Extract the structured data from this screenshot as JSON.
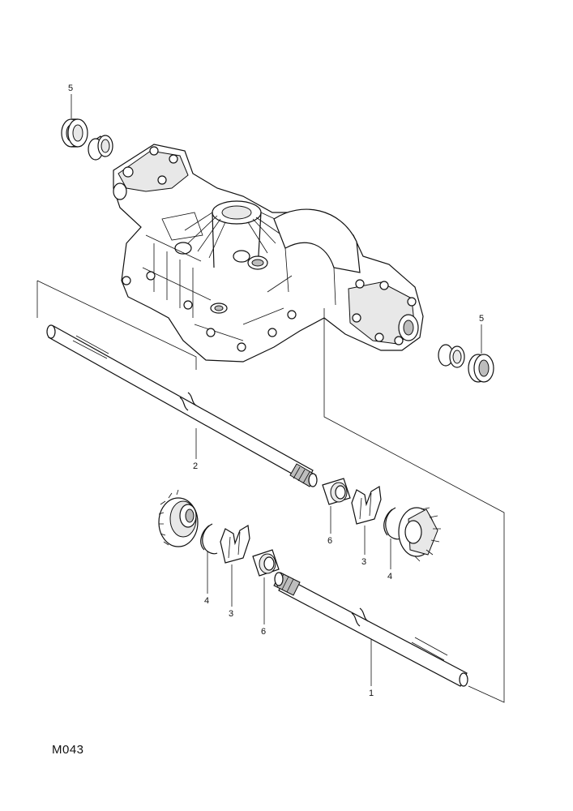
{
  "drawing_code": "M043",
  "callouts": {
    "seal_upper_left": "5",
    "seal_right": "5",
    "shaft_upper": "2",
    "shaft_lower": "1",
    "collar_upper": "6",
    "collar_lower": "6",
    "clip_upper": "3",
    "clip_lower": "3",
    "washer_upper": "4",
    "washer_lower": "4"
  },
  "colors": {
    "line": "#111111",
    "background": "#ffffff"
  }
}
